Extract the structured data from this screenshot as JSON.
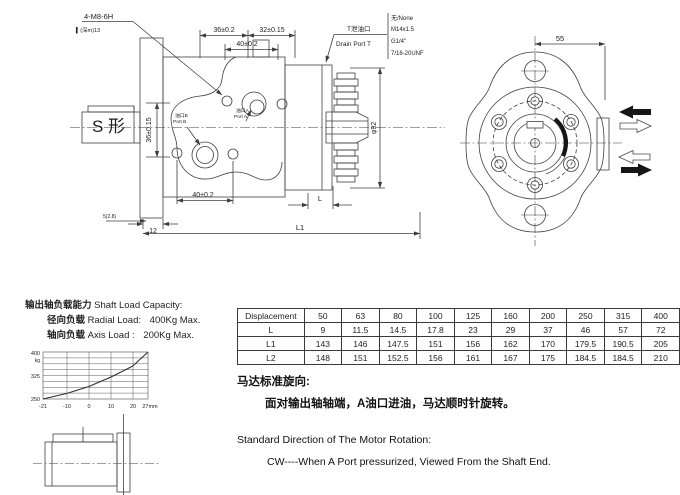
{
  "page": {
    "background": "#ffffff",
    "line_color": "#3f3f3f",
    "text_color": "#1c1c1c"
  },
  "side_view": {
    "label": "S 形",
    "thread_callout": "4-M8-6H",
    "thread_depth_note": "▍(深m)13",
    "dims": {
      "top_36": "36±0.2",
      "top_32": "32±0.15",
      "top_40": "40±0.2",
      "left_36": "36±0.15",
      "bottom_40": "40±0.2",
      "key_note": "5(2.8)",
      "flange_12": "12",
      "l1": "L1",
      "l": "L",
      "phi92": "φ92"
    },
    "port_b_cn": "油口B",
    "port_b_en": "Port B",
    "port_a_cn": "油口A",
    "port_a_en": "Port A",
    "drain_cn": "T泄油口",
    "drain_en": "Drain Port T",
    "drain_options": [
      "无/None",
      "M14x1.5",
      "G1/4\"",
      "7/16-20UNF"
    ]
  },
  "front_view": {
    "dim_55": "55"
  },
  "load_capacity": {
    "title_cn": "输出轴负载能力",
    "title_en": "Shaft Load Capacity:",
    "radial_cn": "径向负载",
    "radial_en": "Radial Load:",
    "radial_value": "400Kg Max.",
    "axial_cn": "轴向负载",
    "axial_en": "Axis Load :",
    "axial_value": "200Kg Max."
  },
  "chart_data": {
    "type": "line",
    "x": [
      -21,
      -10,
      0,
      10,
      20,
      27
    ],
    "y": [
      250,
      268,
      290,
      320,
      355,
      400
    ],
    "x_ticks": [
      "-21",
      "-10",
      "0",
      "10",
      "20",
      "27mm"
    ],
    "y_ticks": [
      "400",
      "325",
      "250"
    ],
    "y_unit": "kg",
    "xlim": [
      -21,
      27
    ],
    "ylim": [
      250,
      400
    ],
    "grid": true,
    "legend_position": "none"
  },
  "table": {
    "header": [
      "Displacement",
      "50",
      "63",
      "80",
      "100",
      "125",
      "160",
      "200",
      "250",
      "315",
      "400"
    ],
    "rows": [
      [
        "L",
        "9",
        "11.5",
        "14.5",
        "17.8",
        "23",
        "29",
        "37",
        "46",
        "57",
        "72"
      ],
      [
        "L1",
        "143",
        "146",
        "147.5",
        "151",
        "156",
        "162",
        "170",
        "179.5",
        "190.5",
        "205"
      ],
      [
        "L2",
        "148",
        "151",
        "152.5",
        "156",
        "161",
        "167",
        "175",
        "184.5",
        "184.5",
        "210"
      ]
    ]
  },
  "rotation_note": {
    "cn_title": "马达标准旋向:",
    "cn_body": "面对输出轴轴端，A油口进油，马达顺时针旋转。",
    "en_title": "Standard Direction of The Motor Rotation:",
    "en_body": "CW----When A Port pressurized, Viewed From the Shaft End."
  }
}
